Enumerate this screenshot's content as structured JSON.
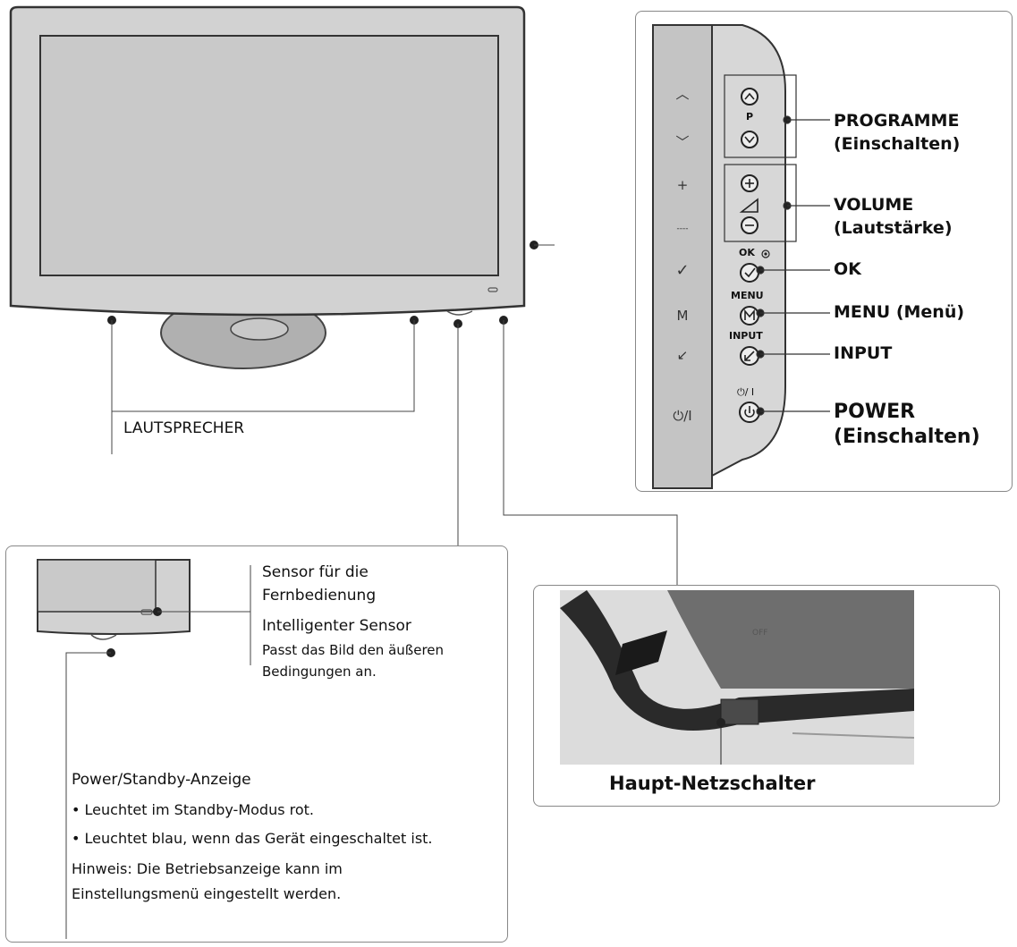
{
  "callouts": {
    "programme": "PROGRAMME",
    "programme_sub": "(Einschalten)",
    "volume": "VOLUME",
    "volume_sub": "(Lautstärke)",
    "ok": "OK",
    "menu": "MENU (Menü)",
    "input": "INPUT",
    "power": "POWER",
    "power_sub": "(Einschalten)",
    "speaker": "LAUTSPRECHER"
  },
  "button_labels": {
    "p": "P",
    "ok": "OK",
    "menu": "MENU",
    "input": "INPUT",
    "power": "⏻/ I"
  },
  "sensor": {
    "title1": "Sensor für die",
    "title2": "Fernbedienung",
    "intelligent": "Intelligenter Sensor",
    "desc1": "Passt das Bild den äußeren",
    "desc2": "Bedingungen an."
  },
  "standby": {
    "title": "Power/Standby-Anzeige",
    "bullet1": "• Leuchtet im Standby-Modus rot.",
    "bullet2": "• Leuchtet blau, wenn das Gerät eingeschaltet ist.",
    "note1": "Hinweis: Die Betriebsanzeige kann im",
    "note2": "Einstellungsmenü eingestellt werden."
  },
  "main_switch": {
    "label": "Haupt-Netzschalter",
    "photo_text": "OFF"
  },
  "side_icons": [
    "︿",
    "﹀",
    "+",
    "----",
    "✓",
    "M",
    "↙",
    "⏻/I"
  ],
  "colors": {
    "bezel": "#d2d2d2",
    "screen": "#c9c9c9",
    "side_strip": "#c4c4c4",
    "frame_line": "#333333"
  }
}
